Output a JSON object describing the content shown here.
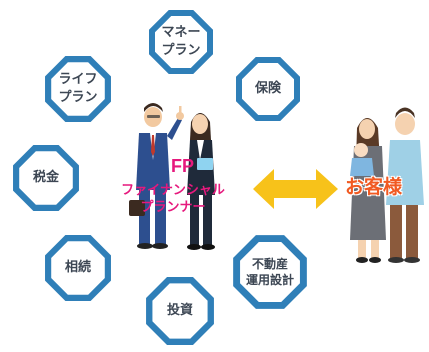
{
  "topics": {
    "money_plan": "マネー\nプラン",
    "life_plan": "ライフ\nプラン",
    "insurance": "保険",
    "tax": "税金",
    "inheritance": "相続",
    "investment": "投資",
    "real_estate": "不動産\n運用設計"
  },
  "planner": {
    "title": "FP",
    "subtitle": "ファイナンシャル\nプランナー"
  },
  "customer": {
    "label": "お客様"
  },
  "colors": {
    "octagon_fill": "#ffffff",
    "octagon_border": "#2f7fb8",
    "octagon_shadow": "#dfe7ef",
    "label_text": "#3d4754",
    "fp_pink": "#e6197d",
    "customer_orange": "#f15a22",
    "arrow_yellow": "#f7c21a"
  },
  "icons": {
    "planners": "businessman-businesswoman-illustration",
    "family": "family-with-baby-illustration",
    "arrow": "double-arrow-icon"
  }
}
